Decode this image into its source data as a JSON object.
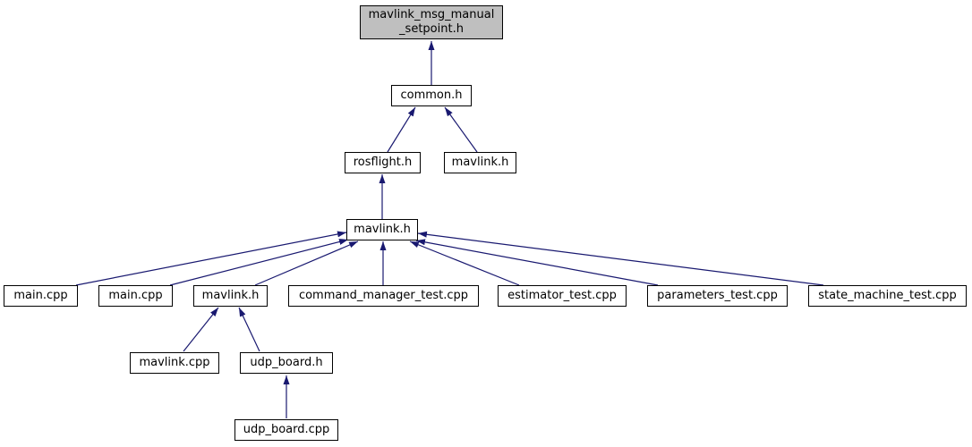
{
  "diagram": {
    "kind": "include-dependency-graph",
    "colors": {
      "edge": "#191970",
      "root_node_fill": "#bfbfbf",
      "node_fill": "#ffffff",
      "node_border": "#000000",
      "text": "#000000"
    },
    "nodes": {
      "root": {
        "label": "mavlink_msg_manual_setpoint.h",
        "line1": "mavlink_msg_manual",
        "line2": "_setpoint.h"
      },
      "common_h": {
        "label": "common.h"
      },
      "rosflight_h": {
        "label": "rosflight.h"
      },
      "mavlink_h_top": {
        "label": "mavlink.h"
      },
      "mavlink_h_mid": {
        "label": "mavlink.h"
      },
      "main_cpp_1": {
        "label": "main.cpp"
      },
      "main_cpp_2": {
        "label": "main.cpp"
      },
      "mavlink_h_row": {
        "label": "mavlink.h"
      },
      "command_manager_test_cpp": {
        "label": "command_manager_test.cpp"
      },
      "estimator_test_cpp": {
        "label": "estimator_test.cpp"
      },
      "parameters_test_cpp": {
        "label": "parameters_test.cpp"
      },
      "state_machine_test_cpp": {
        "label": "state_machine_test.cpp"
      },
      "mavlink_cpp": {
        "label": "mavlink.cpp"
      },
      "udp_board_h": {
        "label": "udp_board.h"
      },
      "udp_board_cpp": {
        "label": "udp_board.cpp"
      }
    },
    "edges": [
      {
        "from": "common_h",
        "to": "root"
      },
      {
        "from": "rosflight_h",
        "to": "common_h"
      },
      {
        "from": "mavlink_h_top",
        "to": "common_h"
      },
      {
        "from": "mavlink_h_mid",
        "to": "rosflight_h"
      },
      {
        "from": "main_cpp_1",
        "to": "mavlink_h_mid"
      },
      {
        "from": "main_cpp_2",
        "to": "mavlink_h_mid"
      },
      {
        "from": "mavlink_h_row",
        "to": "mavlink_h_mid"
      },
      {
        "from": "command_manager_test_cpp",
        "to": "mavlink_h_mid"
      },
      {
        "from": "estimator_test_cpp",
        "to": "mavlink_h_mid"
      },
      {
        "from": "parameters_test_cpp",
        "to": "mavlink_h_mid"
      },
      {
        "from": "state_machine_test_cpp",
        "to": "mavlink_h_mid"
      },
      {
        "from": "mavlink_cpp",
        "to": "mavlink_h_row"
      },
      {
        "from": "udp_board_h",
        "to": "mavlink_h_row"
      },
      {
        "from": "udp_board_cpp",
        "to": "udp_board_h"
      }
    ]
  }
}
